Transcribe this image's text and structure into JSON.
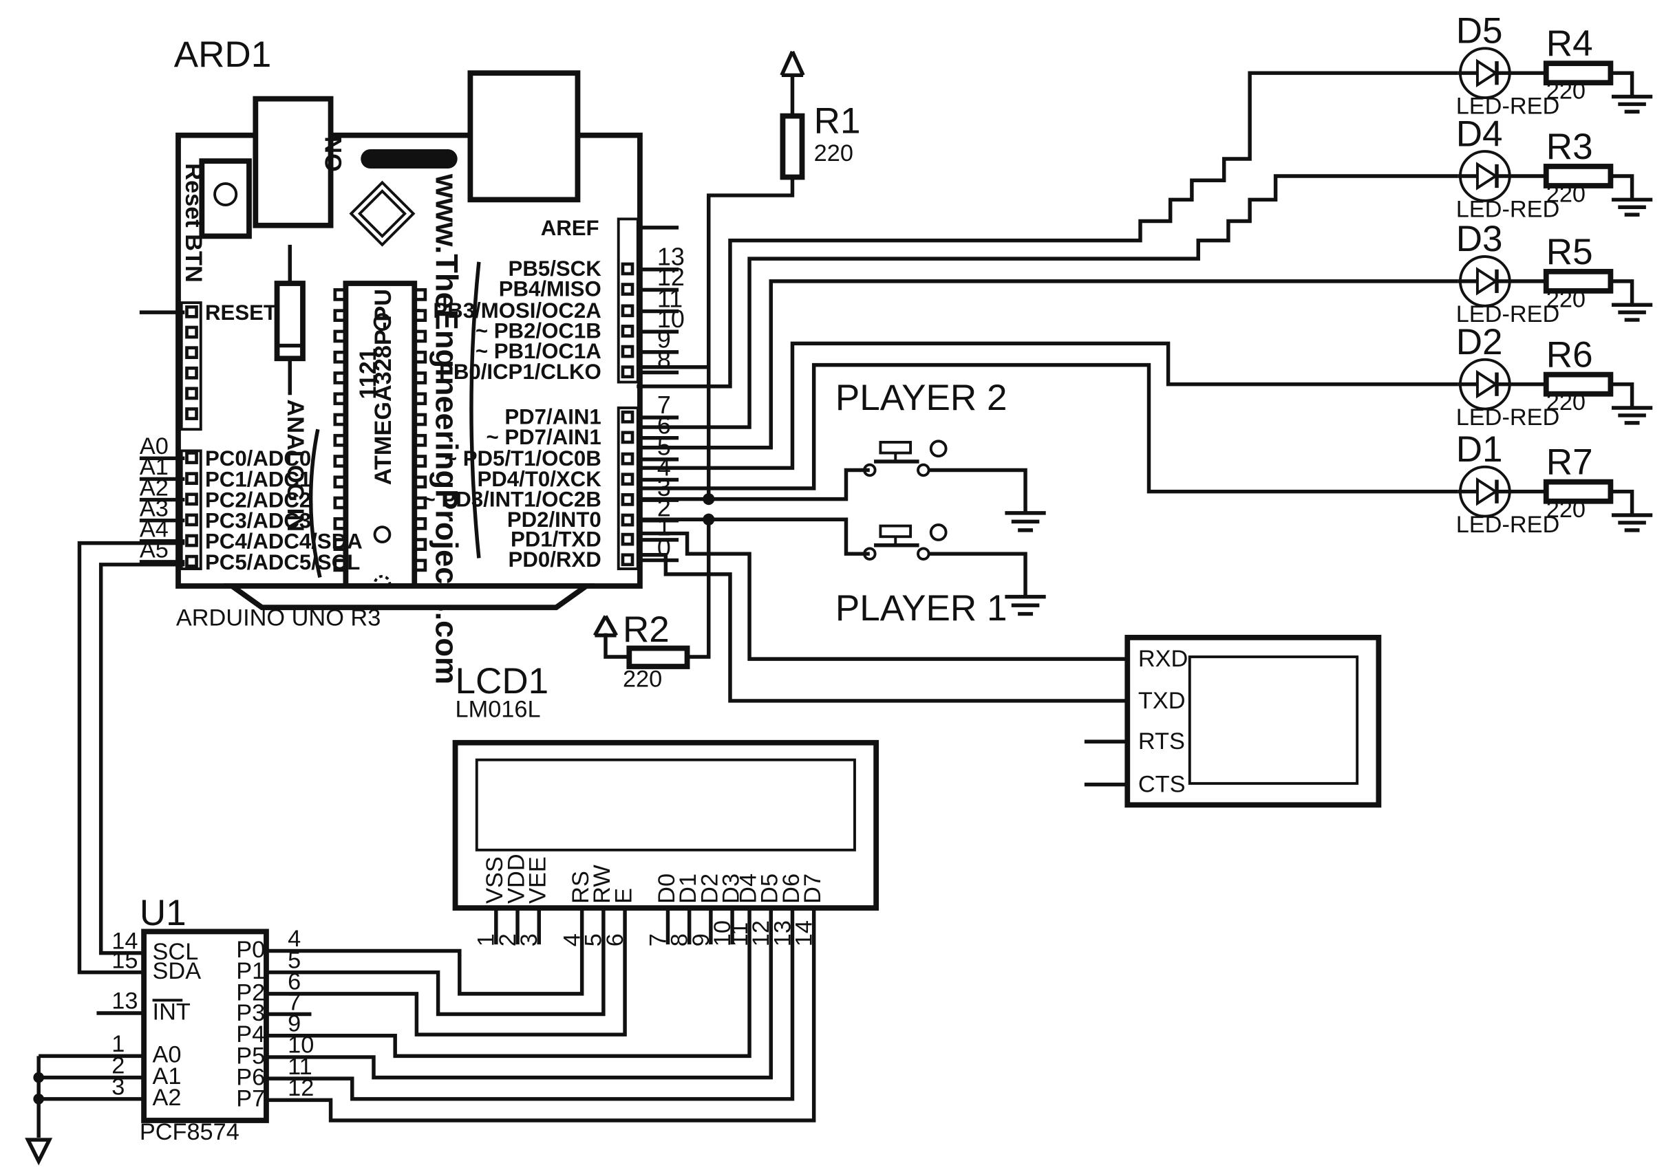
{
  "arduino": {
    "ref": "ARD1",
    "model": "ARDUINO UNO R3",
    "website": "www.TheEngineeringProjects.com",
    "chip": "ATMEGA328P-PU",
    "chip_code": "1121",
    "on_label": "ON",
    "reset_btn_label": "Reset BTN",
    "analog_in_label": "ANALOG IN",
    "reset_pin": "RESET",
    "aref": "AREF",
    "digital_pins_upper": [
      {
        "label": "PB5/SCK",
        "num": "13"
      },
      {
        "label": "PB4/MISO",
        "num": "12"
      },
      {
        "label": "~ PB3/MOSI/OC2A",
        "num": "11"
      },
      {
        "label": "~ PB2/OC1B",
        "num": "10"
      },
      {
        "label": "~ PB1/OC1A",
        "num": "9"
      },
      {
        "label": "PB0/ICP1/CLKO",
        "num": "8"
      }
    ],
    "digital_pins_lower": [
      {
        "label": "PD7/AIN1",
        "num": "7"
      },
      {
        "label": "~ PD7/AIN1",
        "num": "6"
      },
      {
        "label": "~ PD5/T1/OC0B",
        "num": "5"
      },
      {
        "label": "PD4/T0/XCK",
        "num": "4"
      },
      {
        "label": "~ PD3/INT1/OC2B",
        "num": "3"
      },
      {
        "label": "PD2/INT0",
        "num": "2"
      },
      {
        "label": "PD1/TXD",
        "num": "1"
      },
      {
        "label": "PD0/RXD",
        "num": "0"
      }
    ],
    "analog_pins": [
      {
        "label": "PC0/ADC0",
        "net": "A0"
      },
      {
        "label": "PC1/ADC1",
        "net": "A1"
      },
      {
        "label": "PC2/ADC2",
        "net": "A2"
      },
      {
        "label": "PC3/ADC3",
        "net": "A3"
      },
      {
        "label": "PC4/ADC4/SDA",
        "net": "A4"
      },
      {
        "label": "PC5/ADC5/SCL",
        "net": "A5"
      }
    ]
  },
  "resistors": {
    "r1": {
      "ref": "R1",
      "value": "220"
    },
    "r2": {
      "ref": "R2",
      "value": "220"
    },
    "r3": {
      "ref": "R3",
      "value": "220"
    },
    "r4": {
      "ref": "R4",
      "value": "220"
    },
    "r5": {
      "ref": "R5",
      "value": "220"
    },
    "r6": {
      "ref": "R6",
      "value": "220"
    },
    "r7": {
      "ref": "R7",
      "value": "220"
    }
  },
  "leds": [
    {
      "ref": "D5",
      "type": "LED-RED",
      "res": "r4"
    },
    {
      "ref": "D4",
      "type": "LED-RED",
      "res": "r3"
    },
    {
      "ref": "D3",
      "type": "LED-RED",
      "res": "r5"
    },
    {
      "ref": "D2",
      "type": "LED-RED",
      "res": "r6"
    },
    {
      "ref": "D1",
      "type": "LED-RED",
      "res": "r7"
    }
  ],
  "buttons": {
    "player2": "PLAYER 2",
    "player1": "PLAYER 1"
  },
  "terminal": {
    "pins": [
      "RXD",
      "TXD",
      "RTS",
      "CTS"
    ]
  },
  "lcd": {
    "ref": "LCD1",
    "model": "LM016L",
    "pins": [
      {
        "name": "VSS",
        "num": "1"
      },
      {
        "name": "VDD",
        "num": "2"
      },
      {
        "name": "VEE",
        "num": "3"
      },
      {
        "name": "RS",
        "num": "4"
      },
      {
        "name": "RW",
        "num": "5"
      },
      {
        "name": "E",
        "num": "6"
      },
      {
        "name": "D0",
        "num": "7"
      },
      {
        "name": "D1",
        "num": "8"
      },
      {
        "name": "D2",
        "num": "9"
      },
      {
        "name": "D3",
        "num": "10"
      },
      {
        "name": "D4",
        "num": "11"
      },
      {
        "name": "D5",
        "num": "12"
      },
      {
        "name": "D6",
        "num": "13"
      },
      {
        "name": "D7",
        "num": "14"
      }
    ]
  },
  "pcf": {
    "ref": "U1",
    "model": "PCF8574",
    "left_pins": [
      {
        "name": "SCL",
        "num": "14"
      },
      {
        "name": "SDA",
        "num": "15"
      },
      {
        "name": "INT",
        "num": "13"
      },
      {
        "name": "A0",
        "num": "1"
      },
      {
        "name": "A1",
        "num": "2"
      },
      {
        "name": "A2",
        "num": "3"
      }
    ],
    "right_pins": [
      {
        "name": "P0",
        "num": "4"
      },
      {
        "name": "P1",
        "num": "5"
      },
      {
        "name": "P2",
        "num": "6"
      },
      {
        "name": "P3",
        "num": "7"
      },
      {
        "name": "P4",
        "num": "9"
      },
      {
        "name": "P5",
        "num": "10"
      },
      {
        "name": "P6",
        "num": "11"
      },
      {
        "name": "P7",
        "num": "12"
      }
    ]
  }
}
